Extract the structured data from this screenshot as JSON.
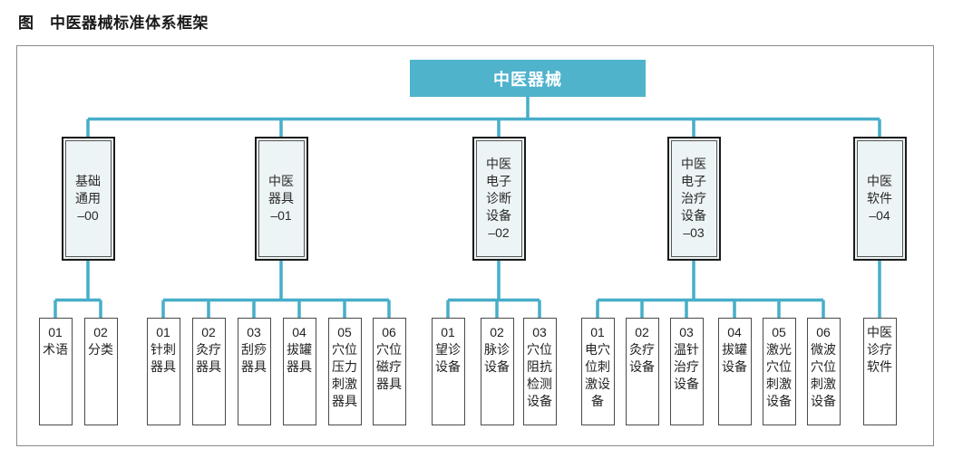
{
  "title": "图　中医器械标准体系框架",
  "colors": {
    "accent_teal": "#4fb3cc",
    "connector_teal": "#47aec9",
    "branch_box_bg": "#edf4f6"
  },
  "tree": {
    "root": {
      "label": "中医器械"
    },
    "branches": [
      {
        "label": "基础通用",
        "code": "–00",
        "children": [
          {
            "num": "01",
            "label": "术语"
          },
          {
            "num": "02",
            "label": "分类"
          }
        ]
      },
      {
        "label": "中医器具",
        "code": "–01",
        "children": [
          {
            "num": "01",
            "label": "针刺器具"
          },
          {
            "num": "02",
            "label": "灸疗器具"
          },
          {
            "num": "03",
            "label": "刮痧器具"
          },
          {
            "num": "04",
            "label": "拔罐器具"
          },
          {
            "num": "05",
            "label": "穴位压力刺激器具"
          },
          {
            "num": "06",
            "label": "穴位磁疗器具"
          }
        ]
      },
      {
        "label": "中医电子诊断设备",
        "code": "–02",
        "children": [
          {
            "num": "01",
            "label": "望诊设备"
          },
          {
            "num": "02",
            "label": "脉诊设备"
          },
          {
            "num": "03",
            "label": "穴位阻抗检测设备"
          }
        ]
      },
      {
        "label": "中医电子治疗设备",
        "code": "–03",
        "children": [
          {
            "num": "01",
            "label": "电穴位刺激设备"
          },
          {
            "num": "02",
            "label": "灸疗设备"
          },
          {
            "num": "03",
            "label": "温针治疗设备"
          },
          {
            "num": "04",
            "label": "拔罐设备"
          },
          {
            "num": "05",
            "label": "激光穴位刺激设备"
          },
          {
            "num": "06",
            "label": "微波穴位刺激设备"
          }
        ]
      },
      {
        "label": "中医软件",
        "code": "–04",
        "children": [
          {
            "num": "",
            "label": "中医诊疗软件"
          }
        ]
      }
    ]
  }
}
